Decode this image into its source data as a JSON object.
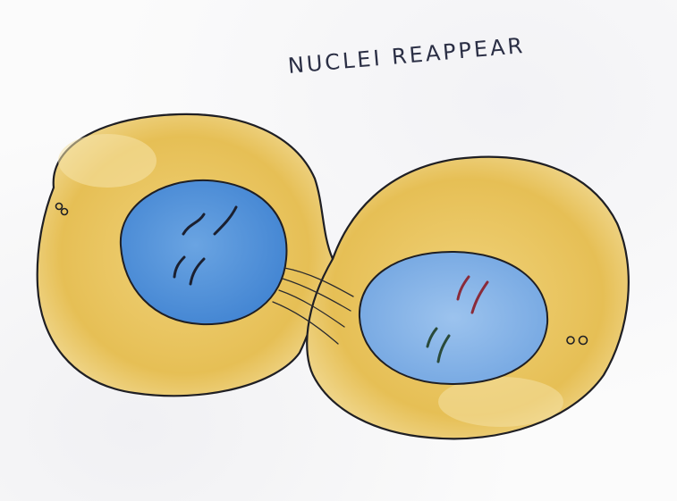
{
  "title": "NUCLEI REAPPEAR",
  "colors": {
    "cytoplasm": "#e9c45c",
    "cytoplasm_light": "#f3dd96",
    "nucleus_left": "#4d8fd8",
    "nucleus_right": "#7eaee6",
    "outline": "#1f1f24",
    "chromosome_dark": "#1b2030",
    "chromosome_red": "#8a2b3a",
    "chromosome_green": "#2a4a3a"
  },
  "icons": [
    "centriole-icon-left",
    "centriole-icon-right"
  ]
}
